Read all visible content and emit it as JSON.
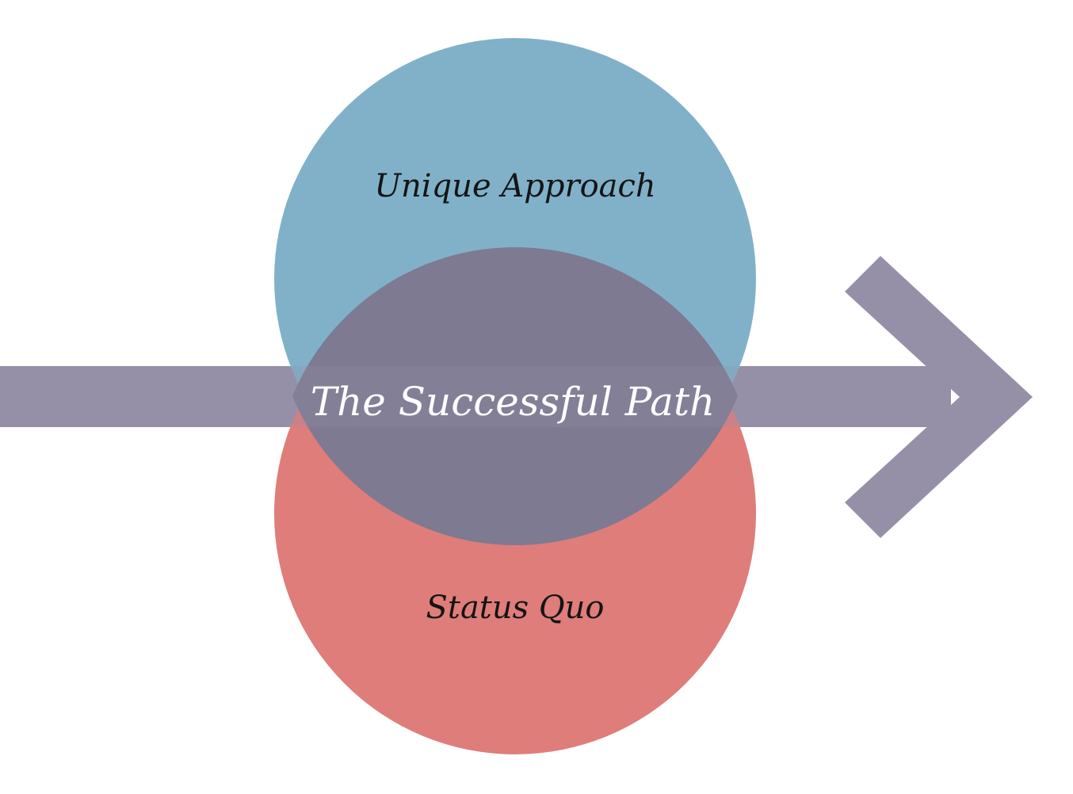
{
  "diagram": {
    "top_circle": {
      "label": "Unique Approach",
      "color": "#80b1c9"
    },
    "bottom_circle": {
      "label": "Status Quo",
      "color": "#df7d7b"
    },
    "overlap": {
      "label": "The Successful Path",
      "color": "#7d7a91"
    },
    "arrow": {
      "color": "#9590a8"
    }
  }
}
